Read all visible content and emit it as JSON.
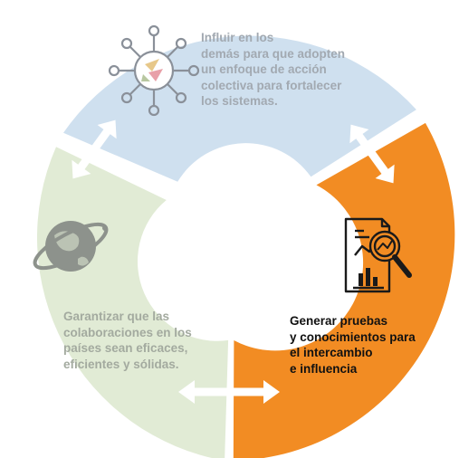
{
  "diagram": {
    "colors": {
      "top": "#cfe0ef",
      "left": "#e1ebd5",
      "right": "#f28c23",
      "arrow": "#ffffff",
      "icon_top": "#8a9099",
      "icon_left": "#8d928c",
      "icon_right": "#1a1a1a"
    },
    "segments": {
      "top": {
        "icon": "network-hub-icon",
        "lines": [
          "Influir en los",
          "demás para que adopten",
          "un enfoque de acción",
          "colectiva para fortalecer",
          "los sistemas."
        ]
      },
      "left": {
        "icon": "globe-orbit-icon",
        "lines": [
          "Garantizar que las",
          "colaboraciones en los",
          "países sean eficaces,",
          "eficientes y sólidas."
        ]
      },
      "right": {
        "icon": "report-magnifier-icon",
        "lines": [
          "Generar pruebas",
          "y conocimientos para",
          "el intercambio",
          "e influencia"
        ]
      }
    },
    "arrows": [
      "top-left",
      "top-right",
      "bottom"
    ]
  }
}
